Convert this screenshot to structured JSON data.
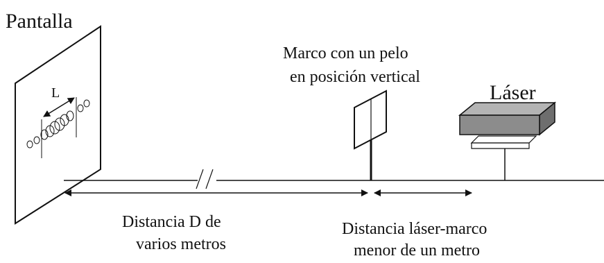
{
  "labels": {
    "screen": "Pantalla",
    "frame_line1": "Marco con un pelo",
    "frame_line2": "en posición vertical",
    "laser": "Láser",
    "fringe_spacing": "L",
    "distance_d_line1": "Distancia D de",
    "distance_d_line2": "varios metros",
    "distance_laser_line1": "Distancia láser-marco",
    "distance_laser_line2": "menor de un metro"
  },
  "colors": {
    "stroke": "#111111",
    "laser_body": "#8c8c8c",
    "laser_top": "#b4b4b4",
    "background": "#ffffff"
  }
}
